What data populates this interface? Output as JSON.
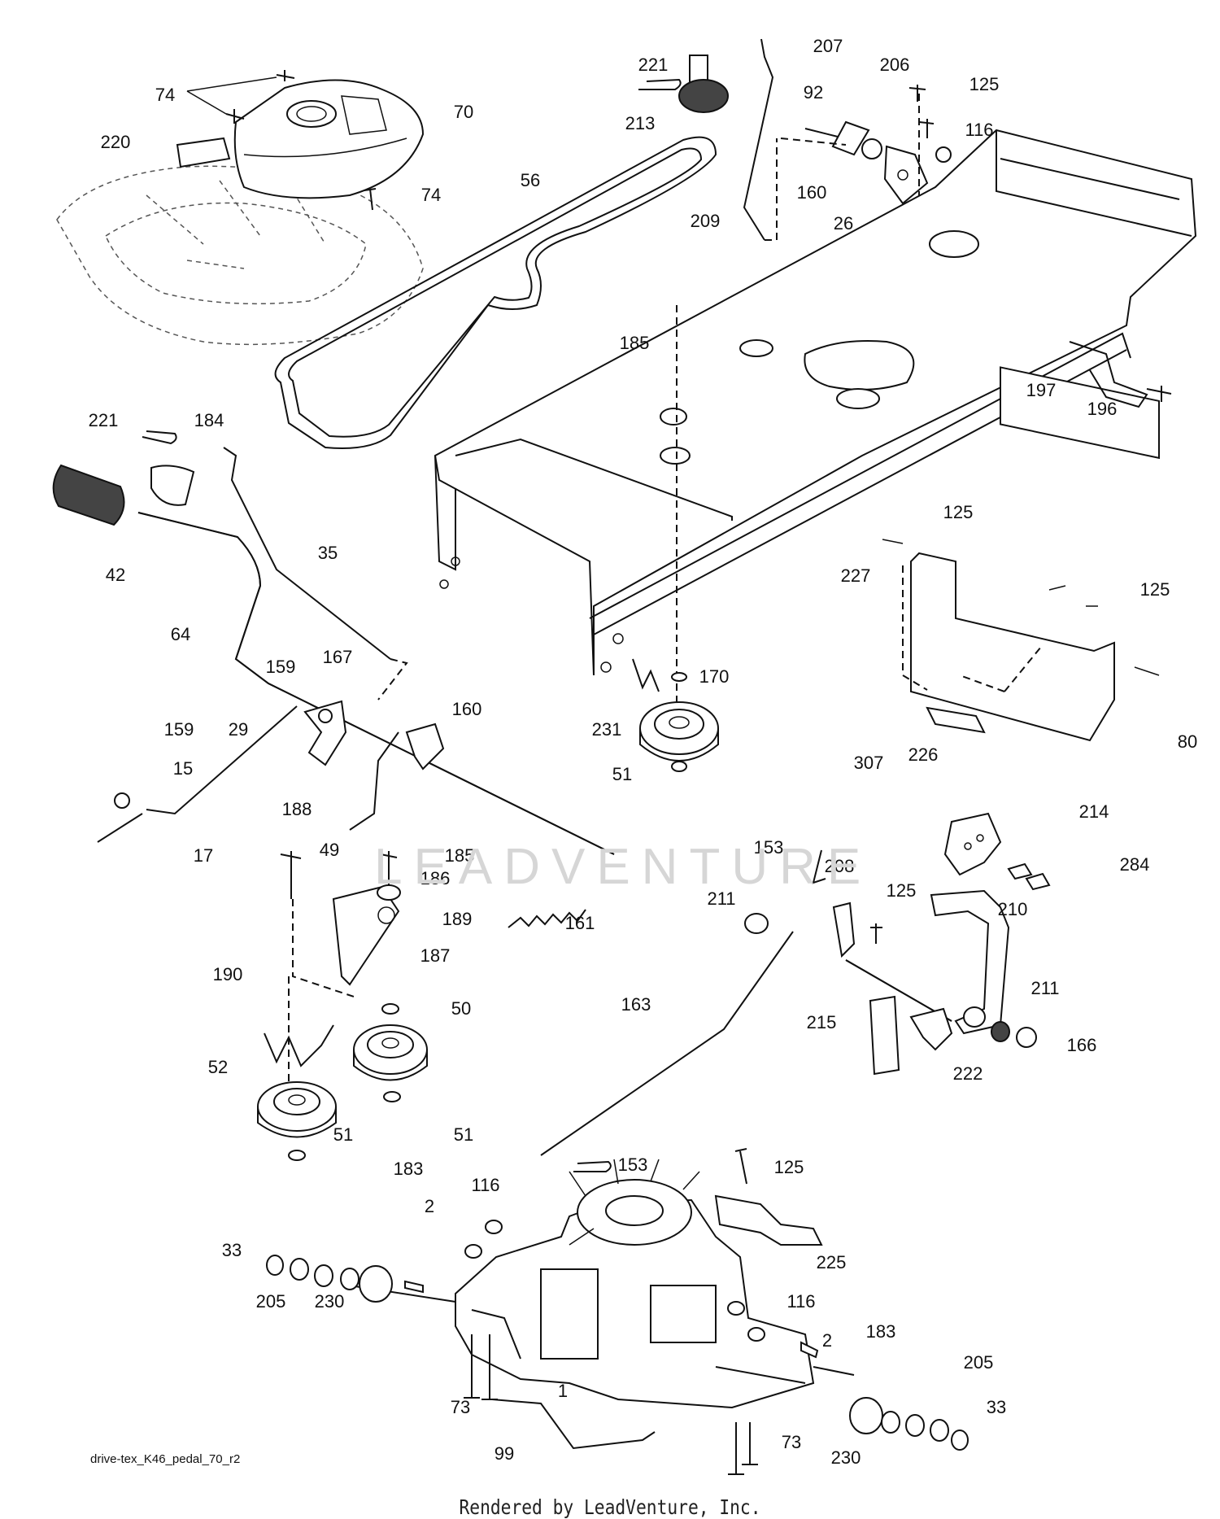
{
  "diagram": {
    "drawing_id": "drive-tex_K46_pedal_70_r2",
    "footer": "Rendered by LeadVenture, Inc.",
    "watermark": "LEADVENTURE",
    "callouts": [
      {
        "id": "c74a",
        "label": "74"
      },
      {
        "id": "c70",
        "label": "70"
      },
      {
        "id": "c220",
        "label": "220"
      },
      {
        "id": "c74b",
        "label": "74"
      },
      {
        "id": "c221a",
        "label": "221"
      },
      {
        "id": "c213",
        "label": "213"
      },
      {
        "id": "c56",
        "label": "56"
      },
      {
        "id": "c207",
        "label": "207"
      },
      {
        "id": "c206",
        "label": "206"
      },
      {
        "id": "c125a",
        "label": "125"
      },
      {
        "id": "c92",
        "label": "92"
      },
      {
        "id": "c116a",
        "label": "116"
      },
      {
        "id": "c160a",
        "label": "160"
      },
      {
        "id": "c26",
        "label": "26"
      },
      {
        "id": "c209",
        "label": "209"
      },
      {
        "id": "c185a",
        "label": "185"
      },
      {
        "id": "c197",
        "label": "197"
      },
      {
        "id": "c196",
        "label": "196"
      },
      {
        "id": "c221b",
        "label": "221"
      },
      {
        "id": "c184",
        "label": "184"
      },
      {
        "id": "c42",
        "label": "42"
      },
      {
        "id": "c35",
        "label": "35"
      },
      {
        "id": "c64",
        "label": "64"
      },
      {
        "id": "c159a",
        "label": "159"
      },
      {
        "id": "c167",
        "label": "167"
      },
      {
        "id": "c160b",
        "label": "160"
      },
      {
        "id": "c159b",
        "label": "159"
      },
      {
        "id": "c29",
        "label": "29"
      },
      {
        "id": "c15",
        "label": "15"
      },
      {
        "id": "c188",
        "label": "188"
      },
      {
        "id": "c17",
        "label": "17"
      },
      {
        "id": "c125b",
        "label": "125"
      },
      {
        "id": "c227",
        "label": "227"
      },
      {
        "id": "c125c",
        "label": "125"
      },
      {
        "id": "c170",
        "label": "170"
      },
      {
        "id": "c231",
        "label": "231"
      },
      {
        "id": "c51a",
        "label": "51"
      },
      {
        "id": "c226",
        "label": "226"
      },
      {
        "id": "c80",
        "label": "80"
      },
      {
        "id": "c307",
        "label": "307"
      },
      {
        "id": "c214",
        "label": "214"
      },
      {
        "id": "c49",
        "label": "49"
      },
      {
        "id": "c185b",
        "label": "185"
      },
      {
        "id": "c186",
        "label": "186"
      },
      {
        "id": "c189",
        "label": "189"
      },
      {
        "id": "c161",
        "label": "161"
      },
      {
        "id": "c153a",
        "label": "153"
      },
      {
        "id": "c208",
        "label": "208"
      },
      {
        "id": "c284",
        "label": "284"
      },
      {
        "id": "c125d",
        "label": "125"
      },
      {
        "id": "c211a",
        "label": "211"
      },
      {
        "id": "c210",
        "label": "210"
      },
      {
        "id": "c190",
        "label": "190"
      },
      {
        "id": "c187",
        "label": "187"
      },
      {
        "id": "c50",
        "label": "50"
      },
      {
        "id": "c163",
        "label": "163"
      },
      {
        "id": "c211b",
        "label": "211"
      },
      {
        "id": "c215",
        "label": "215"
      },
      {
        "id": "c166",
        "label": "166"
      },
      {
        "id": "c222",
        "label": "222"
      },
      {
        "id": "c52",
        "label": "52"
      },
      {
        "id": "c51b",
        "label": "51"
      },
      {
        "id": "c51c",
        "label": "51"
      },
      {
        "id": "c153b",
        "label": "153"
      },
      {
        "id": "c125e",
        "label": "125"
      },
      {
        "id": "c183a",
        "label": "183"
      },
      {
        "id": "c116b",
        "label": "116"
      },
      {
        "id": "c2a",
        "label": "2"
      },
      {
        "id": "c33a",
        "label": "33"
      },
      {
        "id": "c205a",
        "label": "205"
      },
      {
        "id": "c230a",
        "label": "230"
      },
      {
        "id": "c225",
        "label": "225"
      },
      {
        "id": "c116c",
        "label": "116"
      },
      {
        "id": "c183b",
        "label": "183"
      },
      {
        "id": "c2b",
        "label": "2"
      },
      {
        "id": "c205b",
        "label": "205"
      },
      {
        "id": "c1",
        "label": "1"
      },
      {
        "id": "c73a",
        "label": "73"
      },
      {
        "id": "c33b",
        "label": "33"
      },
      {
        "id": "c99",
        "label": "99"
      },
      {
        "id": "c73b",
        "label": "73"
      },
      {
        "id": "c230b",
        "label": "230"
      }
    ]
  }
}
